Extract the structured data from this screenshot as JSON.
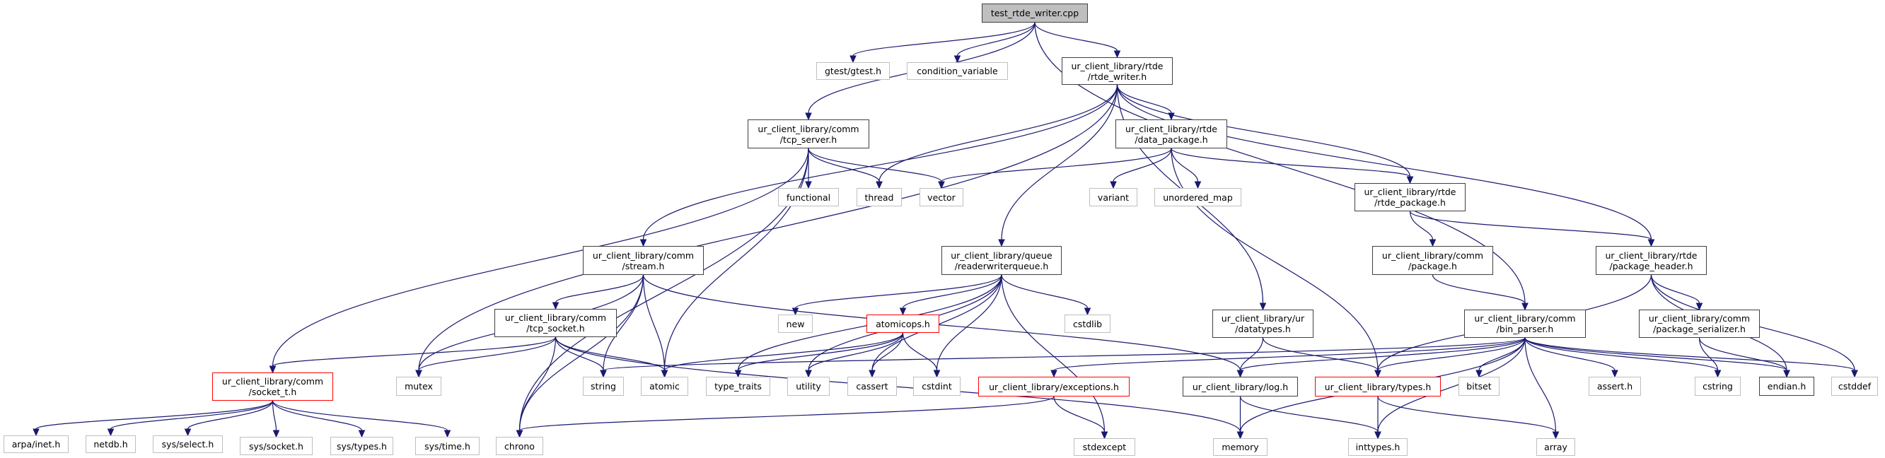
{
  "title": "test_rtde_writer.cpp include dependency graph",
  "colors": {
    "edge": "#191970",
    "root_fill": "#bfbfbf",
    "normal_border": "#404040",
    "truncated_border": "#ff0000",
    "external_border": "#bfbfbf"
  },
  "nodes": [
    {
      "id": "root",
      "label": "test_rtde_writer.cpp",
      "kind": "root"
    },
    {
      "id": "gtest",
      "label": "gtest/gtest.h",
      "kind": "ext"
    },
    {
      "id": "condvar",
      "label": "condition_variable",
      "kind": "ext"
    },
    {
      "id": "rtde_writer",
      "label": "ur_client_library/rtde\n/rtde_writer.h",
      "kind": "normal"
    },
    {
      "id": "tcp_server",
      "label": "ur_client_library/comm\n/tcp_server.h",
      "kind": "normal"
    },
    {
      "id": "data_package",
      "label": "ur_client_library/rtde\n/data_package.h",
      "kind": "normal"
    },
    {
      "id": "functional",
      "label": "functional",
      "kind": "ext"
    },
    {
      "id": "thread",
      "label": "thread",
      "kind": "ext"
    },
    {
      "id": "vector",
      "label": "vector",
      "kind": "ext"
    },
    {
      "id": "variant",
      "label": "variant",
      "kind": "ext"
    },
    {
      "id": "unordered_map",
      "label": "unordered_map",
      "kind": "ext"
    },
    {
      "id": "rtde_package",
      "label": "ur_client_library/rtde\n/rtde_package.h",
      "kind": "normal"
    },
    {
      "id": "stream",
      "label": "ur_client_library/comm\n/stream.h",
      "kind": "normal"
    },
    {
      "id": "rwqueue",
      "label": "ur_client_library/queue\n/readerwriterqueue.h",
      "kind": "normal"
    },
    {
      "id": "package",
      "label": "ur_client_library/comm\n/package.h",
      "kind": "normal"
    },
    {
      "id": "package_header",
      "label": "ur_client_library/rtde\n/package_header.h",
      "kind": "normal"
    },
    {
      "id": "tcp_socket",
      "label": "ur_client_library/comm\n/tcp_socket.h",
      "kind": "normal"
    },
    {
      "id": "new",
      "label": "new",
      "kind": "ext"
    },
    {
      "id": "atomicops",
      "label": "atomicops.h",
      "kind": "red"
    },
    {
      "id": "cstdlib",
      "label": "cstdlib",
      "kind": "ext"
    },
    {
      "id": "datatypes",
      "label": "ur_client_library/ur\n/datatypes.h",
      "kind": "normal"
    },
    {
      "id": "bin_parser",
      "label": "ur_client_library/comm\n/bin_parser.h",
      "kind": "normal"
    },
    {
      "id": "package_serializer",
      "label": "ur_client_library/comm\n/package_serializer.h",
      "kind": "normal"
    },
    {
      "id": "socket_t",
      "label": "ur_client_library/comm\n/socket_t.h",
      "kind": "red"
    },
    {
      "id": "mutex",
      "label": "mutex",
      "kind": "ext"
    },
    {
      "id": "string",
      "label": "string",
      "kind": "ext"
    },
    {
      "id": "atomic",
      "label": "atomic",
      "kind": "ext"
    },
    {
      "id": "type_traits",
      "label": "type_traits",
      "kind": "ext"
    },
    {
      "id": "utility",
      "label": "utility",
      "kind": "ext"
    },
    {
      "id": "cassert",
      "label": "cassert",
      "kind": "ext"
    },
    {
      "id": "cstdint",
      "label": "cstdint",
      "kind": "ext"
    },
    {
      "id": "exceptions",
      "label": "ur_client_library/exceptions.h",
      "kind": "red"
    },
    {
      "id": "log",
      "label": "ur_client_library/log.h",
      "kind": "normal"
    },
    {
      "id": "types",
      "label": "ur_client_library/types.h",
      "kind": "red"
    },
    {
      "id": "bitset",
      "label": "bitset",
      "kind": "ext"
    },
    {
      "id": "assert_h",
      "label": "assert.h",
      "kind": "ext"
    },
    {
      "id": "cstring",
      "label": "cstring",
      "kind": "ext"
    },
    {
      "id": "endian",
      "label": "endian.h",
      "kind": "normal"
    },
    {
      "id": "cstddef",
      "label": "cstddef",
      "kind": "ext"
    },
    {
      "id": "arpa",
      "label": "arpa/inet.h",
      "kind": "ext"
    },
    {
      "id": "netdb",
      "label": "netdb.h",
      "kind": "ext"
    },
    {
      "id": "sys_select",
      "label": "sys/select.h",
      "kind": "ext"
    },
    {
      "id": "sys_socket",
      "label": "sys/socket.h",
      "kind": "ext"
    },
    {
      "id": "sys_types",
      "label": "sys/types.h",
      "kind": "ext"
    },
    {
      "id": "sys_time",
      "label": "sys/time.h",
      "kind": "ext"
    },
    {
      "id": "chrono",
      "label": "chrono",
      "kind": "ext"
    },
    {
      "id": "stdexcept",
      "label": "stdexcept",
      "kind": "ext"
    },
    {
      "id": "memory",
      "label": "memory",
      "kind": "ext"
    },
    {
      "id": "inttypes",
      "label": "inttypes.h",
      "kind": "ext"
    },
    {
      "id": "array",
      "label": "array",
      "kind": "ext"
    }
  ],
  "edges": [
    [
      "root",
      "gtest"
    ],
    [
      "root",
      "condvar"
    ],
    [
      "root",
      "rtde_writer"
    ],
    [
      "root",
      "tcp_server"
    ],
    [
      "root",
      "bin_parser"
    ],
    [
      "rtde_writer",
      "data_package"
    ],
    [
      "rtde_writer",
      "thread"
    ],
    [
      "rtde_writer",
      "mutex"
    ],
    [
      "rtde_writer",
      "stream"
    ],
    [
      "rtde_writer",
      "rwqueue"
    ],
    [
      "rtde_writer",
      "datatypes"
    ],
    [
      "rtde_writer",
      "rtde_package"
    ],
    [
      "rtde_writer",
      "package_header"
    ],
    [
      "tcp_server",
      "socket_t"
    ],
    [
      "tcp_server",
      "chrono"
    ],
    [
      "tcp_server",
      "atomic"
    ],
    [
      "tcp_server",
      "functional"
    ],
    [
      "tcp_server",
      "thread"
    ],
    [
      "tcp_server",
      "vector"
    ],
    [
      "data_package",
      "vector"
    ],
    [
      "data_package",
      "variant"
    ],
    [
      "data_package",
      "unordered_map"
    ],
    [
      "data_package",
      "rtde_package"
    ],
    [
      "data_package",
      "types"
    ],
    [
      "rtde_package",
      "package"
    ],
    [
      "rtde_package",
      "package_header"
    ],
    [
      "package",
      "bin_parser"
    ],
    [
      "package_header",
      "types"
    ],
    [
      "package_header",
      "package_serializer"
    ],
    [
      "package_header",
      "endian"
    ],
    [
      "package_header",
      "cstddef"
    ],
    [
      "stream",
      "tcp_socket"
    ],
    [
      "stream",
      "mutex"
    ],
    [
      "stream",
      "string"
    ],
    [
      "stream",
      "atomic"
    ],
    [
      "stream",
      "chrono"
    ],
    [
      "stream",
      "log"
    ],
    [
      "rwqueue",
      "new"
    ],
    [
      "rwqueue",
      "atomicops"
    ],
    [
      "rwqueue",
      "type_traits"
    ],
    [
      "rwqueue",
      "utility"
    ],
    [
      "rwqueue",
      "cassert"
    ],
    [
      "rwqueue",
      "cstdint"
    ],
    [
      "rwqueue",
      "cstdlib"
    ],
    [
      "rwqueue",
      "stdexcept"
    ],
    [
      "atomicops",
      "atomic"
    ],
    [
      "atomicops",
      "type_traits"
    ],
    [
      "atomicops",
      "utility"
    ],
    [
      "atomicops",
      "cassert"
    ],
    [
      "atomicops",
      "cstdint"
    ],
    [
      "tcp_socket",
      "socket_t"
    ],
    [
      "tcp_socket",
      "mutex"
    ],
    [
      "tcp_socket",
      "string"
    ],
    [
      "tcp_socket",
      "atomic"
    ],
    [
      "tcp_socket",
      "chrono"
    ],
    [
      "tcp_socket",
      "memory"
    ],
    [
      "datatypes",
      "log"
    ],
    [
      "datatypes",
      "types"
    ],
    [
      "bin_parser",
      "string"
    ],
    [
      "bin_parser",
      "exceptions"
    ],
    [
      "bin_parser",
      "log"
    ],
    [
      "bin_parser",
      "types"
    ],
    [
      "bin_parser",
      "bitset"
    ],
    [
      "bin_parser",
      "assert_h"
    ],
    [
      "bin_parser",
      "cstring"
    ],
    [
      "bin_parser",
      "endian"
    ],
    [
      "bin_parser",
      "cstddef"
    ],
    [
      "bin_parser",
      "memory"
    ],
    [
      "bin_parser",
      "inttypes"
    ],
    [
      "bin_parser",
      "array"
    ],
    [
      "package_serializer",
      "cstring"
    ],
    [
      "package_serializer",
      "endian"
    ],
    [
      "socket_t",
      "arpa"
    ],
    [
      "socket_t",
      "netdb"
    ],
    [
      "socket_t",
      "sys_select"
    ],
    [
      "socket_t",
      "sys_socket"
    ],
    [
      "socket_t",
      "sys_types"
    ],
    [
      "socket_t",
      "sys_time"
    ],
    [
      "exceptions",
      "chrono"
    ],
    [
      "exceptions",
      "stdexcept"
    ],
    [
      "log",
      "memory"
    ],
    [
      "log",
      "inttypes"
    ],
    [
      "types",
      "inttypes"
    ],
    [
      "types",
      "array"
    ]
  ]
}
